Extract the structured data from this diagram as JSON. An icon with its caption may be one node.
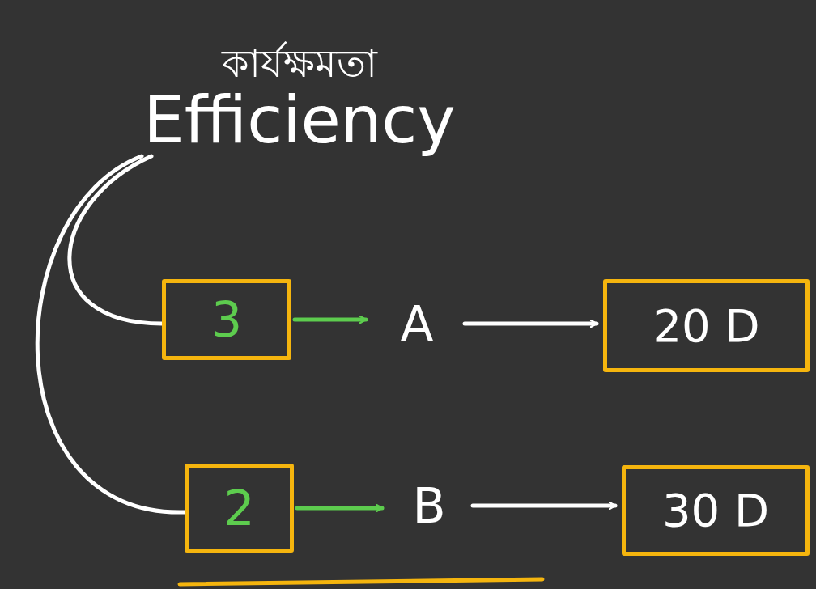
{
  "diagram": {
    "nodes": [
      {
        "text": [
          "কার্যক্ষমতা",
          "Efficiency"
        ]
      },
      {
        "text": [
          "3"
        ]
      },
      {
        "text": [
          "A"
        ]
      },
      {
        "text": [
          "20 D"
        ]
      },
      {
        "text": [
          "2"
        ]
      },
      {
        "text": [
          "B"
        ]
      },
      {
        "text": [
          "30 D"
        ]
      }
    ],
    "edges": [
      {
        "from": 0,
        "to": 1,
        "arrow": "none"
      },
      {
        "from": 0,
        "to": 4,
        "arrow": "none"
      },
      {
        "from": 1,
        "to": 2,
        "arrow": "to",
        "color": "#5dcc4e"
      },
      {
        "from": 2,
        "to": 3,
        "arrow": "to"
      },
      {
        "from": 4,
        "to": 5,
        "arrow": "to",
        "color": "#5dcc4e"
      },
      {
        "from": 5,
        "to": 6,
        "arrow": "to"
      }
    ]
  }
}
